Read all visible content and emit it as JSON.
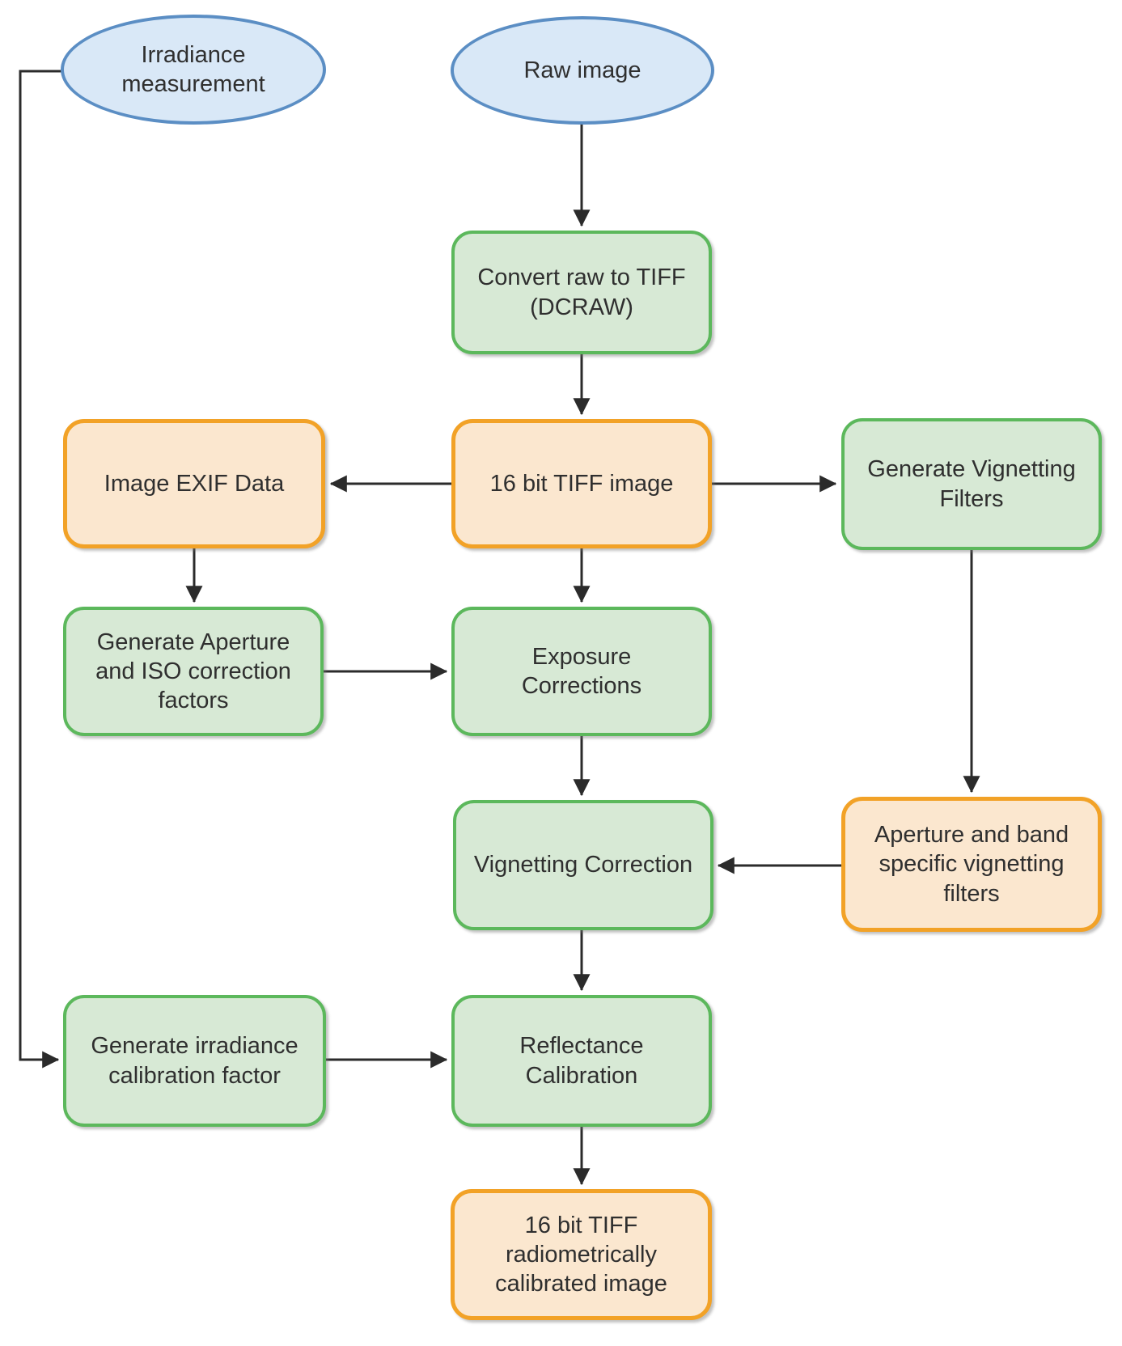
{
  "diagram": {
    "type": "flowchart",
    "description": "Radiometric calibration image processing pipeline"
  },
  "palette": {
    "terminator_fill": "#d9e8f7",
    "terminator_stroke": "#5b8ec4",
    "process_fill": "#d7e9d5",
    "process_stroke": "#5cb85c",
    "data_fill": "#fbe7cf",
    "data_stroke": "#f2a227",
    "edge_color": "#2b2b2b",
    "text_color": "#2f2f2f",
    "background": "#ffffff"
  },
  "nodes": {
    "irradiance_measurement": {
      "label": "Irradiance\nmeasurement",
      "shape": "ellipse",
      "color": "blue"
    },
    "raw_image": {
      "label": "Raw image",
      "shape": "ellipse",
      "color": "blue"
    },
    "convert_raw": {
      "label": "Convert raw to TIFF\n(DCRAW)",
      "shape": "rect",
      "color": "green"
    },
    "image_exif": {
      "label": "Image EXIF Data",
      "shape": "rect",
      "color": "orange"
    },
    "tiff_16bit": {
      "label": "16 bit TIFF image",
      "shape": "rect",
      "color": "orange"
    },
    "generate_vignetting": {
      "label": "Generate Vignetting\nFilters",
      "shape": "rect",
      "color": "green"
    },
    "generate_aperture_iso": {
      "label": "Generate Aperture\nand ISO correction\nfactors",
      "shape": "rect",
      "color": "green"
    },
    "exposure_corrections": {
      "label": "Exposure\nCorrections",
      "shape": "rect",
      "color": "green"
    },
    "aperture_band_filters": {
      "label": "Aperture and band\nspecific vignetting\nfilters",
      "shape": "rect",
      "color": "orange"
    },
    "vignetting_correction": {
      "label": "Vignetting Correction",
      "shape": "rect",
      "color": "green"
    },
    "generate_irradiance": {
      "label": "Generate irradiance\ncalibration factor",
      "shape": "rect",
      "color": "green"
    },
    "reflectance_calibration": {
      "label": "Reflectance\nCalibration",
      "shape": "rect",
      "color": "green"
    },
    "tiff_16bit_calibrated": {
      "label": "16 bit TIFF\nradiometrically\ncalibrated image",
      "shape": "rect",
      "color": "orange"
    }
  },
  "edges": [
    {
      "from": "raw_image",
      "to": "convert_raw"
    },
    {
      "from": "convert_raw",
      "to": "tiff_16bit"
    },
    {
      "from": "tiff_16bit",
      "to": "image_exif"
    },
    {
      "from": "tiff_16bit",
      "to": "generate_vignetting"
    },
    {
      "from": "tiff_16bit",
      "to": "exposure_corrections"
    },
    {
      "from": "image_exif",
      "to": "generate_aperture_iso"
    },
    {
      "from": "generate_aperture_iso",
      "to": "exposure_corrections"
    },
    {
      "from": "generate_vignetting",
      "to": "aperture_band_filters"
    },
    {
      "from": "exposure_corrections",
      "to": "vignetting_correction"
    },
    {
      "from": "aperture_band_filters",
      "to": "vignetting_correction"
    },
    {
      "from": "vignetting_correction",
      "to": "reflectance_calibration"
    },
    {
      "from": "generate_irradiance",
      "to": "reflectance_calibration"
    },
    {
      "from": "reflectance_calibration",
      "to": "tiff_16bit_calibrated"
    },
    {
      "from": "irradiance_measurement",
      "to": "generate_irradiance"
    }
  ]
}
